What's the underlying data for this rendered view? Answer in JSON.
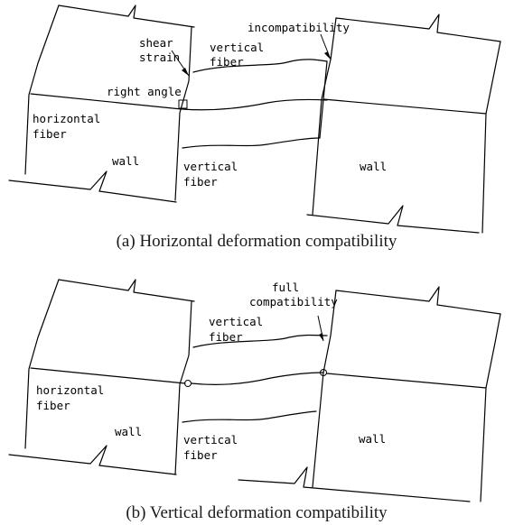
{
  "panel_a": {
    "caption": "(a) Horizontal deformation compatibility",
    "labels": {
      "incompatibility": "incompatibility",
      "shear_1": "shear",
      "shear_2": "strain",
      "vertical_fiber_top_1": "vertical",
      "vertical_fiber_top_2": "fiber",
      "right_angle": "right angle",
      "horizontal_fiber_1": "horizontal",
      "horizontal_fiber_2": "fiber",
      "wall_left": "wall",
      "vertical_fiber_bottom_1": "vertical",
      "vertical_fiber_bottom_2": "fiber",
      "wall_right": "wall"
    }
  },
  "panel_b": {
    "caption": "(b) Vertical deformation compatibility",
    "labels": {
      "full_1": "full",
      "full_2": "compatibility",
      "vertical_fiber_top_1": "vertical",
      "vertical_fiber_top_2": "fiber",
      "horizontal_fiber_1": "horizontal",
      "horizontal_fiber_2": "fiber",
      "wall_left": "wall",
      "vertical_fiber_bottom_1": "vertical",
      "vertical_fiber_bottom_2": "fiber",
      "wall_right": "wall"
    }
  }
}
